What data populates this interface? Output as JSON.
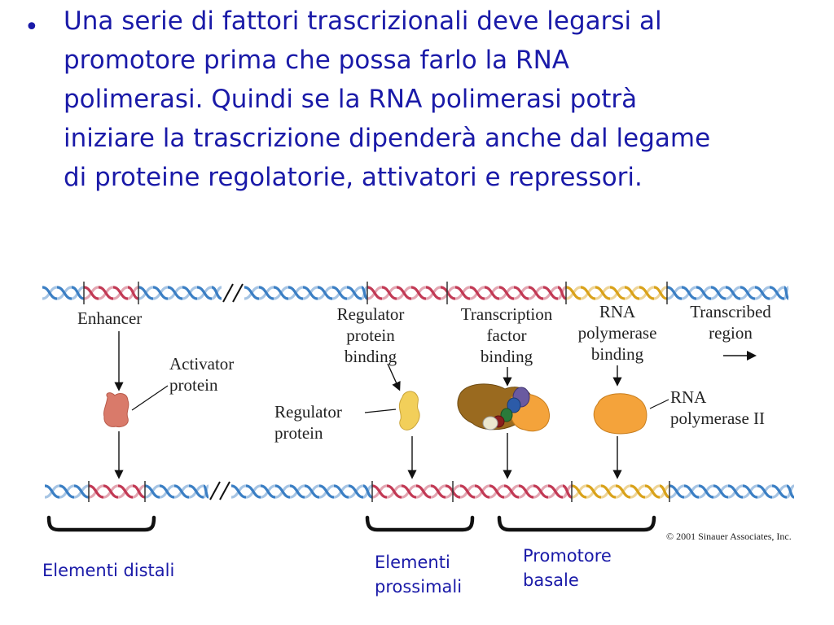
{
  "bullet": {
    "lines": [
      "Una serie di fattori trascrizionali deve legarsi al",
      "promotore prima che possa farlo la  RNA",
      "polimerasi. Quindi se la RNA polimerasi potrà",
      "iniziare la trascrizione dipenderà anche dal legame",
      "di proteine regolatorie, attivatori e  repressori."
    ]
  },
  "diagram": {
    "top_labels": {
      "enhancer": "Enhancer",
      "regulator_binding": [
        "Regulator",
        "protein",
        "binding"
      ],
      "tf_binding": [
        "Transcription",
        "factor",
        "binding"
      ],
      "rnap_binding": [
        "RNA",
        "polymerase",
        "binding"
      ],
      "transcribed": [
        "Transcribed",
        "region"
      ]
    },
    "side_labels": {
      "activator": [
        "Activator",
        "protein"
      ],
      "regulator": [
        "Regulator",
        "protein"
      ],
      "rnap2": [
        "RNA",
        "polymerase II"
      ]
    },
    "copyright": "© 2001 Sinauer Associates, Inc.",
    "colors": {
      "helix_blue": "#3b7fc4",
      "helix_red": "#c23a55",
      "helix_gold": "#d9a21a",
      "activator": "#d97a6a",
      "regulator": "#f2cf5a",
      "rnap": "#f4a33b",
      "tf_brown": "#9a6a1f"
    }
  },
  "bracket_labels": {
    "distal": "Elementi distali",
    "proximal": [
      "Elementi",
      "prossimali"
    ],
    "basal": [
      "Promotore",
      "basale"
    ]
  }
}
